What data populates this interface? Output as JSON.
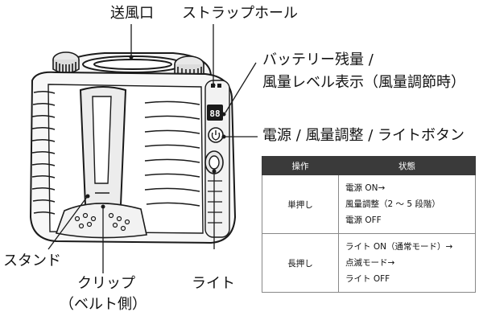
{
  "labels": {
    "vent": "送風口",
    "strap_hole": "ストラップホール",
    "battery_line1": "バッテリー残量 /",
    "battery_line2": "風量レベル表示（風量調節時）",
    "power_button": "電源 / 風量調整 / ライトボタン",
    "stand": "スタンド",
    "clip_line1": "クリップ",
    "clip_line2": "（ベルト側）",
    "light": "ライト",
    "display": "88"
  },
  "table": {
    "headers": [
      "操作",
      "状態"
    ],
    "rows": [
      {
        "operation": "単押し",
        "states": [
          "電源 ON→",
          "風量調整（2 ～ 5 段階）",
          "電源 OFF"
        ]
      },
      {
        "operation": "長押し",
        "states": [
          "ライト ON（通常モード）→",
          "点滅モード→",
          "ライト OFF"
        ]
      }
    ]
  }
}
